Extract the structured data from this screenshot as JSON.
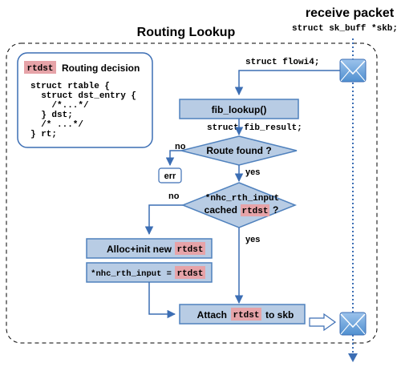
{
  "header": {
    "title": "receive packet",
    "subtitle": "struct sk_buff *skb;"
  },
  "group": {
    "title": "Routing Lookup"
  },
  "legend": {
    "tag": "rtdst",
    "title": "Routing decision",
    "code": [
      "struct rtable {",
      "  struct dst_entry {",
      "    /*...*/",
      "  } dst;",
      "  /* ...*/",
      "} rt;"
    ]
  },
  "flow": {
    "flowi_label": "struct flowi4;",
    "fib_lookup": "fib_lookup()",
    "fib_result": "struct fib_result;",
    "route_found": "Route found ?",
    "no1": "no",
    "err": "err",
    "yes1": "yes",
    "cached_line1": "*nhc_rth_input",
    "cached_word": "cached",
    "cached_tag": "rtdst",
    "cached_q": "?",
    "no2": "no",
    "yes2": "yes",
    "alloc_text": "Alloc+init new",
    "alloc_tag": "rtdst",
    "assign_text": "*nhc_rth_input =",
    "assign_tag": "rtdst",
    "attach_text": "Attach",
    "attach_tag": "rtdst",
    "attach_text2": "to skb"
  },
  "colors": {
    "box_fill": "#b8cce4",
    "box_stroke": "#4f81bd",
    "tag_fill": "#e6a3a8",
    "arrow": "#3c6eb4",
    "envelope": "#5b9bd5"
  }
}
